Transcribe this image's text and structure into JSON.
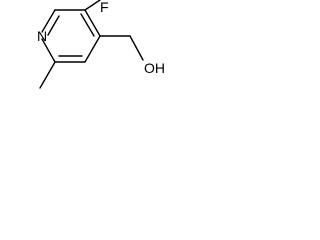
{
  "molecule": {
    "atoms": {
      "nitrogen": "N",
      "fluorine": "F",
      "hydroxyl": "OH"
    },
    "bond_color": "#000000",
    "label_color": "#000000",
    "background": "#ffffff"
  }
}
